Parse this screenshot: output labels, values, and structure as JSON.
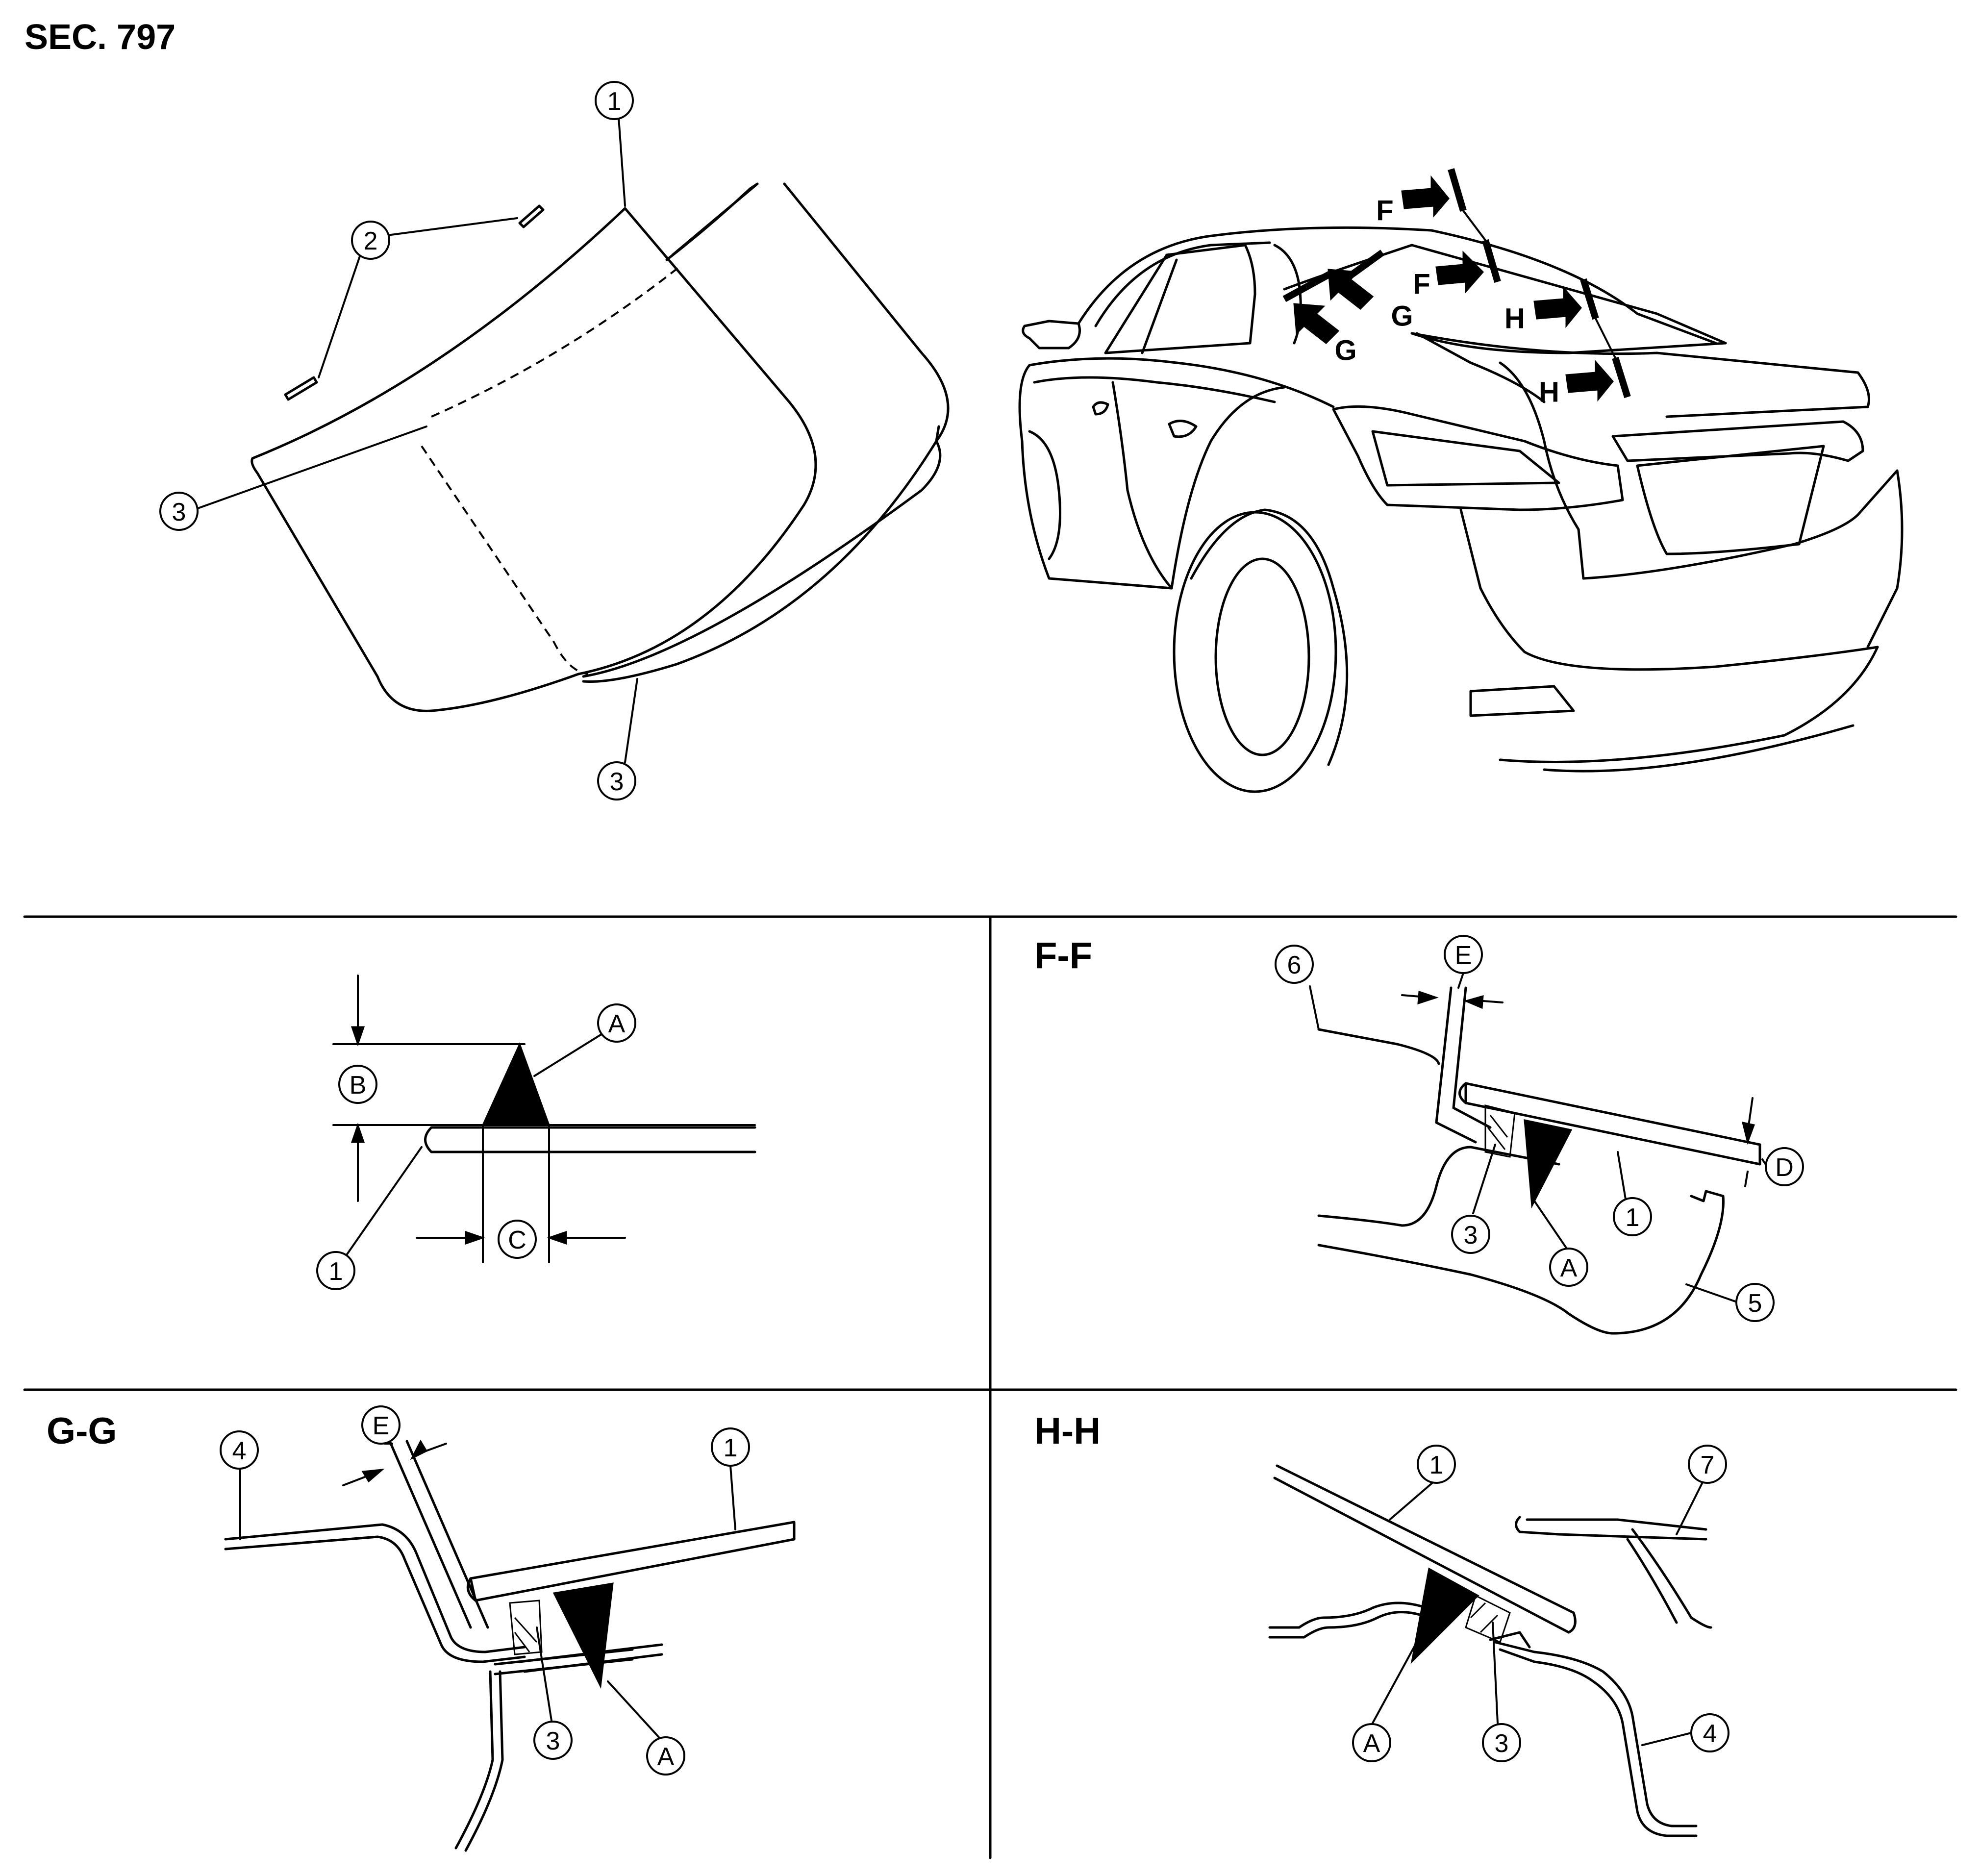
{
  "section_label": "SEC. 797",
  "callouts": {
    "n1": "1",
    "n2": "2",
    "n3": "3",
    "n4": "4",
    "n5": "5",
    "n6": "6",
    "n7": "7",
    "a": "A",
    "b": "B",
    "c": "C",
    "d": "D",
    "e": "E"
  },
  "view_labels": {
    "f": "F",
    "g": "G",
    "h": "H"
  },
  "sections": {
    "ff": "F-F",
    "gg": "G-G",
    "hh": "H-H"
  },
  "icons": [
    "view-arrow-icon"
  ]
}
